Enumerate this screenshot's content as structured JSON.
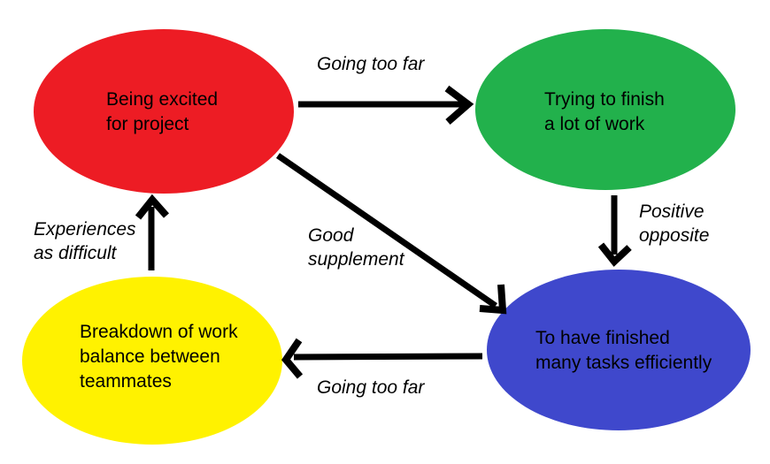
{
  "diagram": {
    "background_color": "#ffffff",
    "text_color": "#000000",
    "arrow_color": "#000000",
    "nodes": [
      {
        "id": "being-excited",
        "color": "#ED1C24",
        "label_lines": [
          "Being excited",
          "for project"
        ]
      },
      {
        "id": "trying-to-finish",
        "color": "#22B14C",
        "label_lines": [
          "Trying to finish",
          "a lot of work"
        ]
      },
      {
        "id": "finished-many-tasks",
        "color": "#3F48CC",
        "label_lines": [
          "To have finished",
          "many tasks efficiently"
        ]
      },
      {
        "id": "breakdown-of-work",
        "color": "#FFF200",
        "label_lines": [
          "Breakdown of work",
          "balance between",
          "teammates"
        ]
      }
    ],
    "edges": [
      {
        "from": "being-excited",
        "to": "trying-to-finish",
        "label_lines": [
          "Going too far"
        ]
      },
      {
        "from": "trying-to-finish",
        "to": "finished-many-tasks",
        "label_lines": [
          "Positive",
          "opposite"
        ]
      },
      {
        "from": "being-excited",
        "to": "finished-many-tasks",
        "label_lines": [
          "Good",
          "supplement"
        ]
      },
      {
        "from": "finished-many-tasks",
        "to": "breakdown-of-work",
        "label_lines": [
          "Going too far"
        ]
      },
      {
        "from": "breakdown-of-work",
        "to": "being-excited",
        "label_lines": [
          "Experiences",
          "as difficult"
        ]
      }
    ]
  }
}
